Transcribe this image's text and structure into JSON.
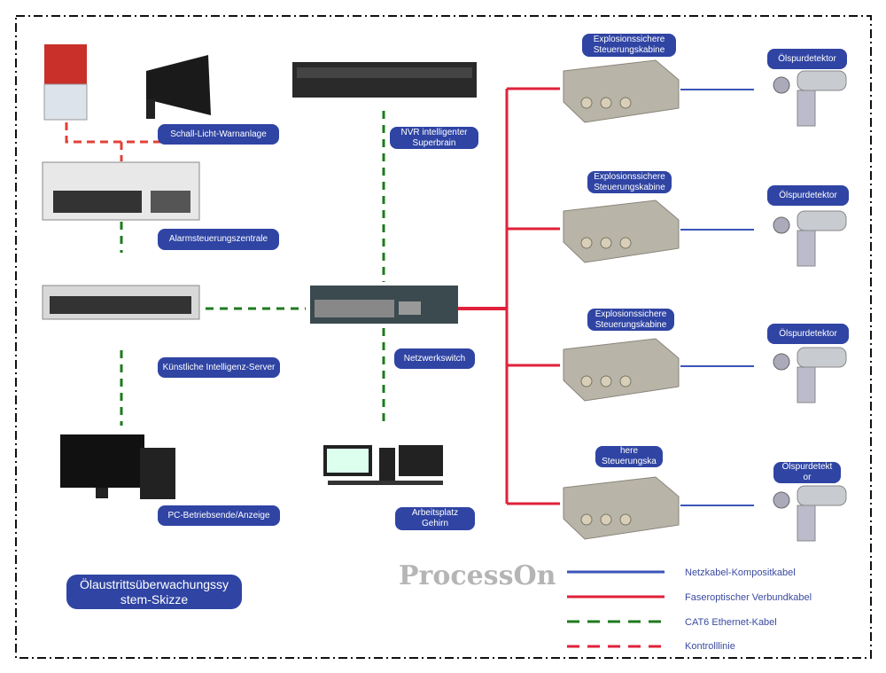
{
  "title": "Ölaustrittsüberwachungssy stem-Skizze",
  "labels": {
    "alarm": "Schall-Licht-Warnanlage",
    "control": "Alarmsteuerungszentrale",
    "server": "Künstliche Intelligenz-Server",
    "pc": "PC-Betriebsende/Anzeige",
    "nvr": "NVR intelligenter Superbrain",
    "switch": "Netzwerkswitch",
    "workstation": "Arbeitsplatz Gehirn"
  },
  "cabinets": [
    "Explosionssichere Steuerungskabine",
    "Explosionssichere Steuerungskabine",
    "Explosionssichere Steuerungskabine",
    "here Steuerungska"
  ],
  "detectors": [
    "Ölspurdetektor",
    "Ölspurdetektor",
    "Ölspurdetektor",
    "Ölspurdetekt or"
  ],
  "legend": [
    {
      "label": "Netzkabel-Kompositkabel",
      "color": "#3b55b8",
      "style": "solid"
    },
    {
      "label": "Faseroptischer Verbundkabel",
      "color": "#e0213a",
      "style": "solid"
    },
    {
      "label": "CAT6 Ethernet-Kabel",
      "color": "#1e7a1e",
      "style": "dashed"
    },
    {
      "label": "Kontrolllinie",
      "color": "#e0213a",
      "style": "dashed"
    }
  ],
  "watermark": "ProcessOn"
}
